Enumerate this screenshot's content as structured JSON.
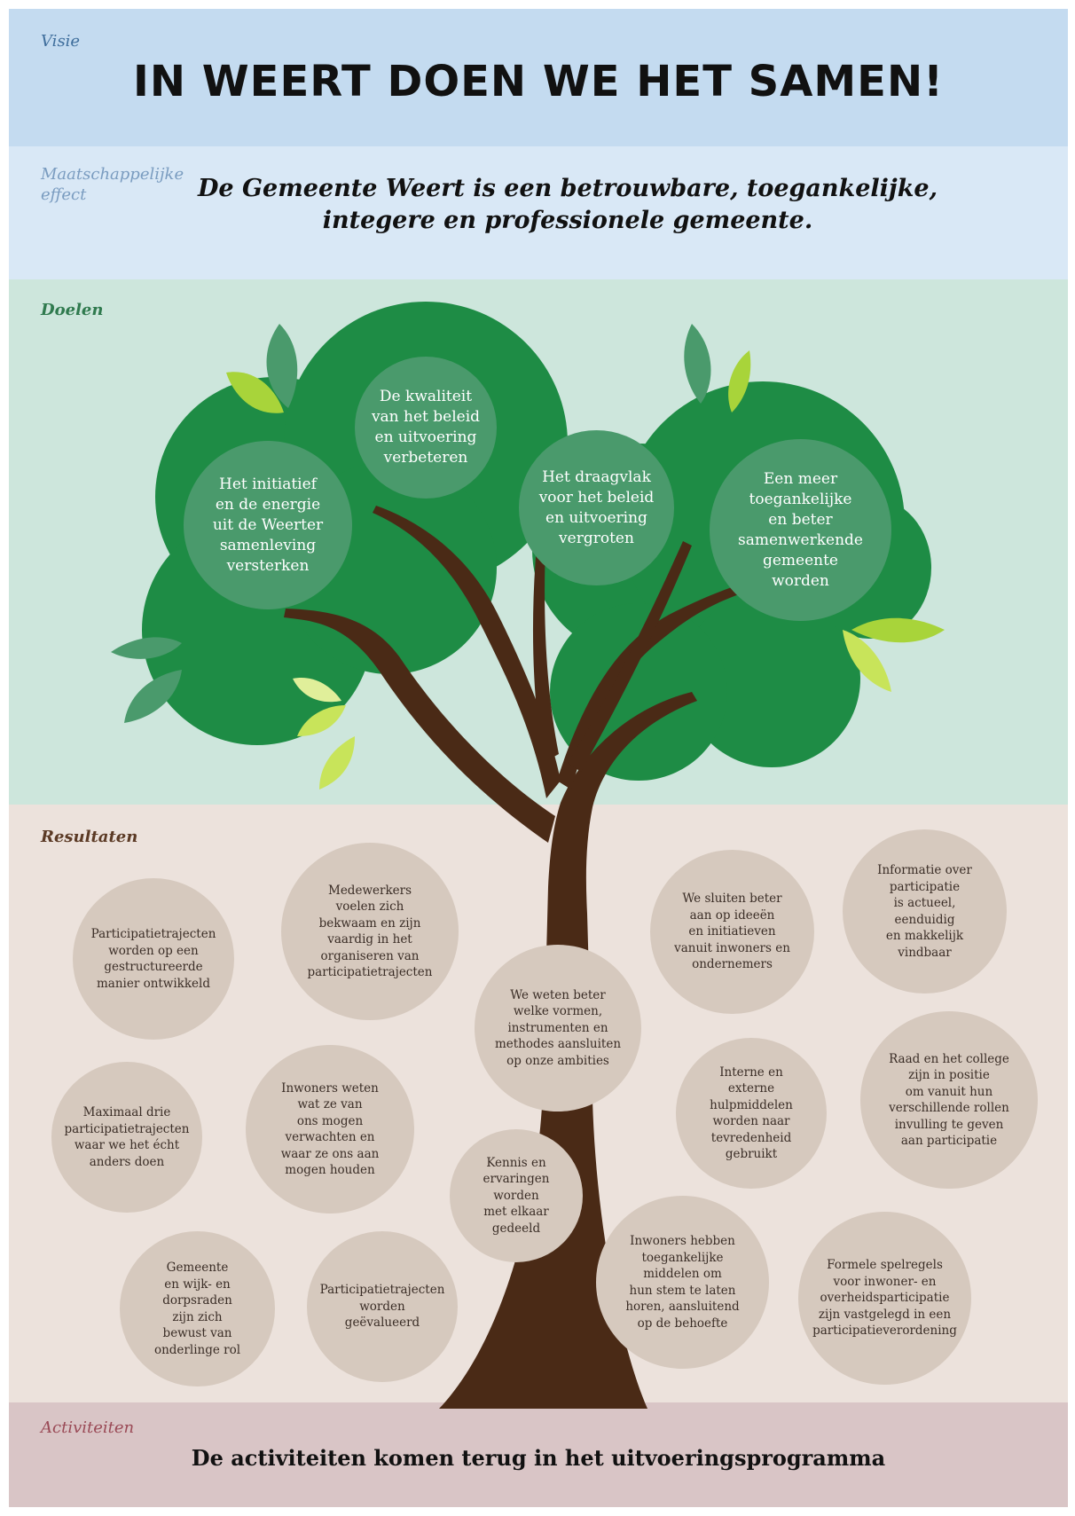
{
  "visie": {
    "label": "Visie",
    "title": "IN WEERT DOEN WE HET SAMEN!"
  },
  "maatschappelijk_effect": {
    "label": "Maatschappelijke\neffect",
    "text": "De Gemeente Weert is een betrouwbare, toegankelijke,\nintegere en professionele gemeente."
  },
  "doelen": {
    "label": "Doelen",
    "items": [
      "Het initiatief\nen de energie\nuit de Weerter\nsamenleving\nversterken",
      "De kwaliteit\nvan het beleid\nen uitvoering\nverbeteren",
      "Het draagvlak\nvoor het beleid\nen uitvoering\nvergroten",
      "Een meer\ntoegankelijke\nen beter\nsamenwerkende\ngemeente\nworden"
    ]
  },
  "resultaten": {
    "label": "Resultaten",
    "items": [
      "Participatietrajecten\nworden op een\ngestructureerde\nmanier ontwikkeld",
      "Medewerkers\nvoelen zich\nbekwaam en zijn\nvaardig in het\norganiseren van\nparticipatietrajecten",
      "We weten beter\nwelke vormen,\ninstrumenten en\nmethodes aansluiten\nop onze ambities",
      "We sluiten beter\naan op ideeën\nen initiatieven\nvanuit inwoners en\nondernemers",
      "Informatie over\nparticipatie\nis actueel,\neenduidig\nen makkelijk\nvindbaar",
      "Maximaal drie\nparticipatietrajecten\nwaar we het écht\nanders doen",
      "Inwoners weten\nwat ze van\nons mogen\nverwachten en\nwaar ze ons aan\nmogen houden",
      "Interne en\nexterne\nhulpmiddelen\nworden naar\ntevredenheid\ngebruikt",
      "Raad en het college\nzijn in positie\nom vanuit hun\nverschillende rollen\ninvulling te geven\naan participatie",
      "Kennis en\nervaringen\nworden\nmet elkaar\ngedeeld",
      "Gemeente\nen wijk- en\ndorpsraden\nzijn zich\nbewust van\nonderlinge rol",
      "Participatietrajecten\nworden\ngeëvalueerd",
      "Inwoners hebben\ntoegankelijke\nmiddelen om\nhun stem te laten\nhoren, aansluitend\nop de behoefte",
      "Formele spelregels\nvoor inwoner- en\noverheidsparticipatie\nzijn vastgelegd in een\nparticipatieverordening"
    ]
  },
  "activiteiten": {
    "label": "Activiteiten",
    "text": "De activiteiten komen terug in het uitvoeringsprogramma"
  },
  "colors": {
    "visie_band": "#c4dbf0",
    "effect_band": "#d9e8f6",
    "doelen_band": "#cde6dc",
    "resultaten_band": "#ece2dc",
    "activiteiten_band": "#d9c5c6",
    "canopy": "#1e8c45",
    "goal_bubble": "#4a9a6c",
    "result_bubble": "#d6c9be",
    "trunk": "#4a2a16",
    "leaf_dark": "#4a9a6c",
    "leaf_light": "#a8d43a"
  }
}
